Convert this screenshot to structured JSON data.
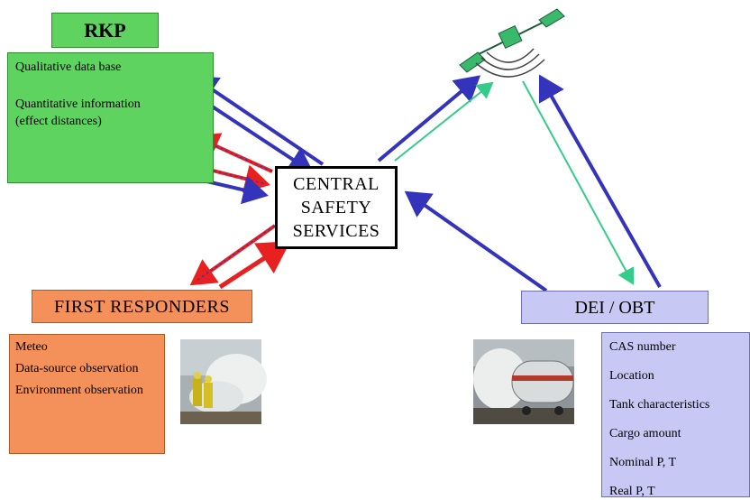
{
  "rkp": {
    "title": "RKP",
    "line1": "Qualitative data base",
    "line2a": "Quantitative information",
    "line2b": "(effect distances)"
  },
  "central": {
    "line1": "CENTRAL",
    "line2": "SAFETY",
    "line3": "SERVICES"
  },
  "first_responders": {
    "title": "FIRST RESPONDERS",
    "items": [
      "Meteo",
      "Data-source observation",
      "Environment observation"
    ]
  },
  "dei_obt": {
    "title": "DEI / OBT",
    "items": [
      "CAS number",
      "Location",
      "Tank characteristics",
      "Cargo amount",
      "Nominal P, T",
      "Real P, T"
    ]
  },
  "icons": {
    "satellite": "satellite-icon",
    "responders_photo": "firefighters-photo",
    "tanker_photo": "tank-car-photo"
  },
  "colors": {
    "rkp": "#5fd35f",
    "first_responders": "#f4915a",
    "dei_obt": "#c8c8f5",
    "arrow_blue": "#3333bb",
    "arrow_red": "#e82020",
    "arrow_green": "#33cc88"
  }
}
